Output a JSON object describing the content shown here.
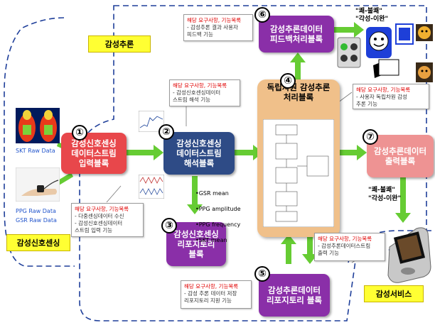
{
  "labels": {
    "inference_region": "감성추론",
    "sensing_region": "감성신호센싱",
    "service_region": "감성서비스",
    "skt_raw": "SKT Raw Data",
    "ppg_raw": "PPG Raw Data",
    "gsr_raw": "GSR Raw Data"
  },
  "blocks": [
    {
      "num": "①",
      "text": "감성신호센싱\n데이터스트림\n입력블록"
    },
    {
      "num": "②",
      "text": "감성신호센싱\n데이터스트림\n해석블록"
    },
    {
      "num": "③",
      "text": "감성신호센싱\n리포지토리\n블록"
    },
    {
      "num": "④",
      "text": "독립차원 감성추론\n처리블록"
    },
    {
      "num": "⑤",
      "text": "감성추론데이터\n리포지토리 블록"
    },
    {
      "num": "⑥",
      "text": "감성추론데이터\n피드백처리블록"
    },
    {
      "num": "⑦",
      "text": "감성추론데이터\n출력블록"
    }
  ],
  "notes": [
    {
      "heading": "해당 요구사항, 기능목록",
      "body": "- 감성추론 결과 사용자\n  피드백 기능"
    },
    {
      "heading": "해당 요구사항, 기능목록",
      "body": "- 감성신호센싱데이터\n  스트림 해석 기능"
    },
    {
      "heading": "해당 요구사항, 기능목록",
      "body": "- 사용자 독립차원 감성\n  추론 기능"
    },
    {
      "heading": "해당 요구사항, 기능목록",
      "body": "- 다중센싱데이터 수신\n- 감성신호센싱데이터\n  스트림 입력 기능"
    },
    {
      "heading": "해당 요구사항, 기능목록",
      "body": "- 감성추론데이터스트림\n  출력 기능"
    },
    {
      "heading": "해당 요구사항, 기능목록",
      "body": "- 감성 추론 데이터 저장\n  리포지토리 지원 기능"
    }
  ],
  "metrics": [
    "•GSR mean",
    "•PPG amplitude",
    "•PPG frequency",
    "•SKT mean"
  ],
  "emotion_labels": {
    "top_line1": "\"쾌-불쾌\"",
    "top_line2": "\"각성-이완\"",
    "right_line1": "\"쾌-불쾌\"",
    "right_line2": "\"각성-이완\""
  },
  "colors": {
    "red_block": "#e8474b",
    "navy_block": "#2e4b86",
    "purple_block": "#8a2fa8",
    "pink_block": "#ee9393",
    "tan_block": "#f0c08a",
    "arrow_green": "#66cc33",
    "dash_blue": "#1f3f9a",
    "tag_yellow": "#ffff33"
  }
}
